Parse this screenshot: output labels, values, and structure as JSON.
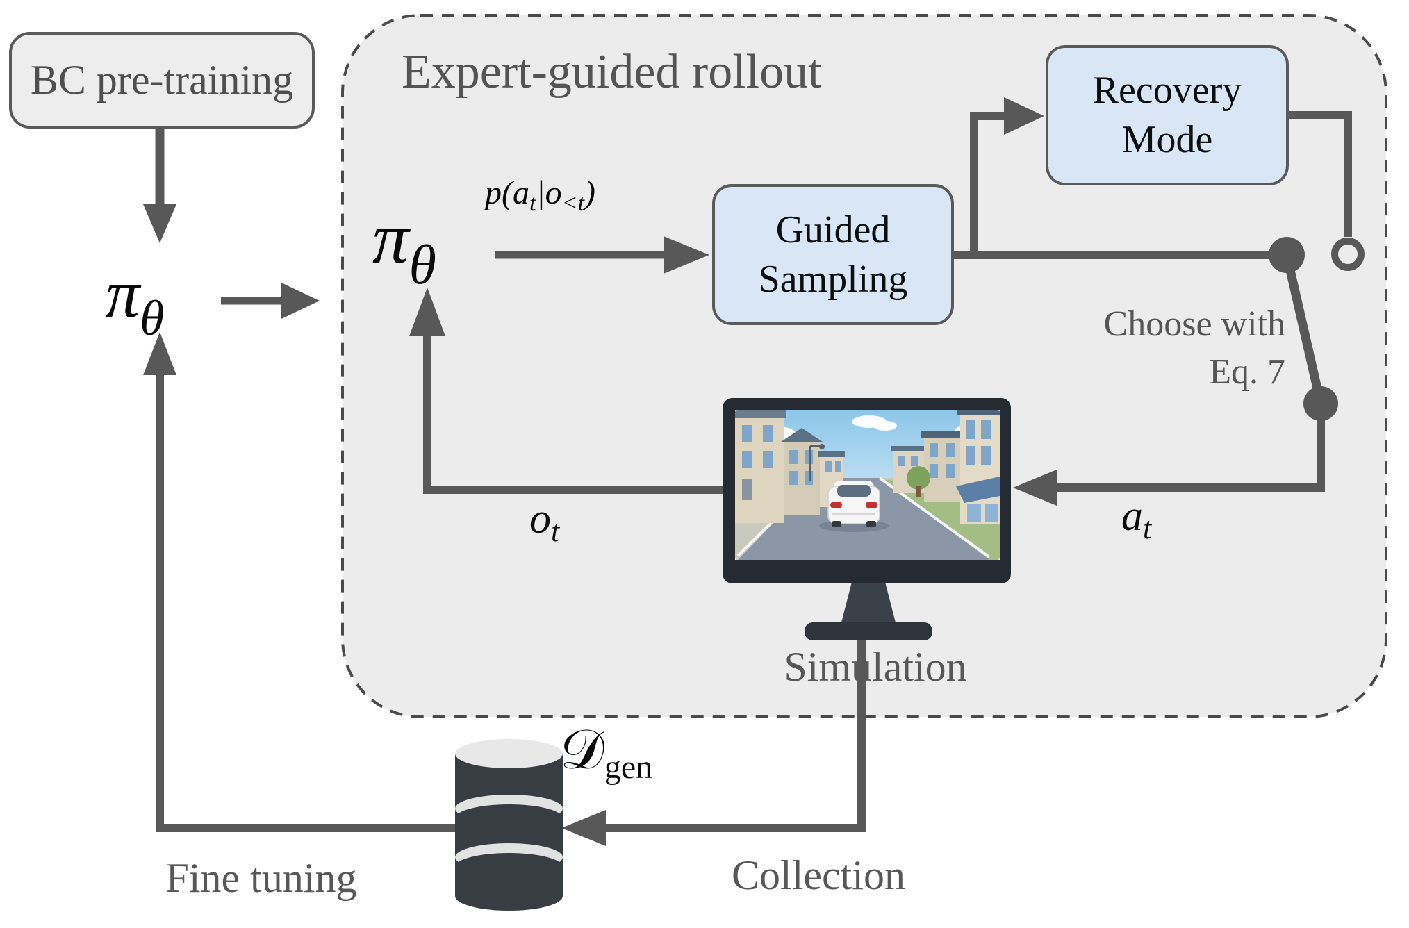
{
  "figure": {
    "bc_box": {
      "label": "BC pre-training"
    },
    "rollout_region": {
      "title": "Expert-guided rollout",
      "policy": {
        "pi": "π",
        "theta": "θ"
      },
      "dist_label": {
        "part1": "p(a",
        "sub1": "t",
        "part2": "|o",
        "sub2": "<t",
        "part3": ")"
      },
      "guided_sampling_box": {
        "line1": "Guided",
        "line2": "Sampling"
      },
      "recovery_mode_box": {
        "line1": "Recovery",
        "line2": "Mode"
      },
      "switch_label": {
        "line1": "Choose with",
        "line2": "Eq. 7"
      },
      "obs_label": {
        "base": "o",
        "sub": "t"
      },
      "act_label": {
        "base": "a",
        "sub": "t"
      },
      "simulation_label": "Simulation"
    },
    "dataset_label": {
      "symbol": "𝒟",
      "sub": "gen"
    },
    "fine_tuning_label": "Fine tuning",
    "collection_label": "Collection",
    "icons": {
      "monitor": "simulation-monitor-icon",
      "database": "database-cylinder-icon",
      "switch": "selector-switch-icon"
    },
    "colors": {
      "region_fill": "#ececec",
      "region_dash": "#4a4a4a",
      "box_gray_fill": "#ededed",
      "box_blue_fill": "#d9e6f6",
      "box_border": "#5a5a5a",
      "connector": "#585858",
      "text_gray": "#555555",
      "math_black": "#0a0a0a",
      "monitor_bezel": "#262b33",
      "database_dark": "#383d44",
      "taillight_red": "#c62f2f",
      "sky_blue": "#9fd0ec",
      "road_gray": "#8b97a6",
      "grass_green": "#a3bd84"
    }
  }
}
